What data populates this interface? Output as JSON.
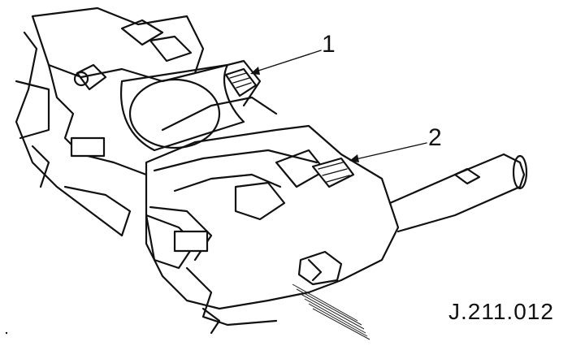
{
  "callouts": [
    {
      "number": "1"
    },
    {
      "number": "2"
    }
  ],
  "reference_code": "J.211.012"
}
